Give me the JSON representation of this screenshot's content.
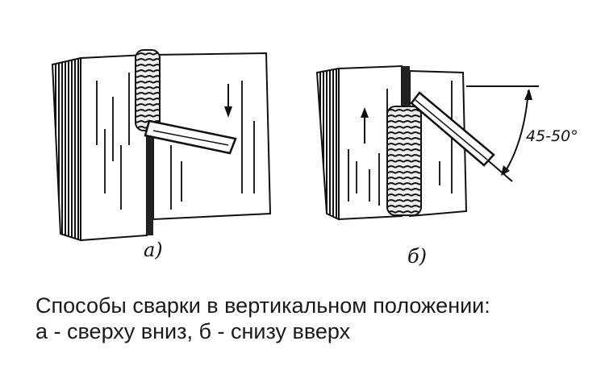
{
  "figure_a": {
    "label": "а)"
  },
  "figure_b": {
    "label": "б)",
    "angle_label": "45-50°"
  },
  "caption": {
    "line1": "Способы сварки в вертикальном положении:",
    "line2": "а - сверху вниз, б - снизу вверх"
  }
}
